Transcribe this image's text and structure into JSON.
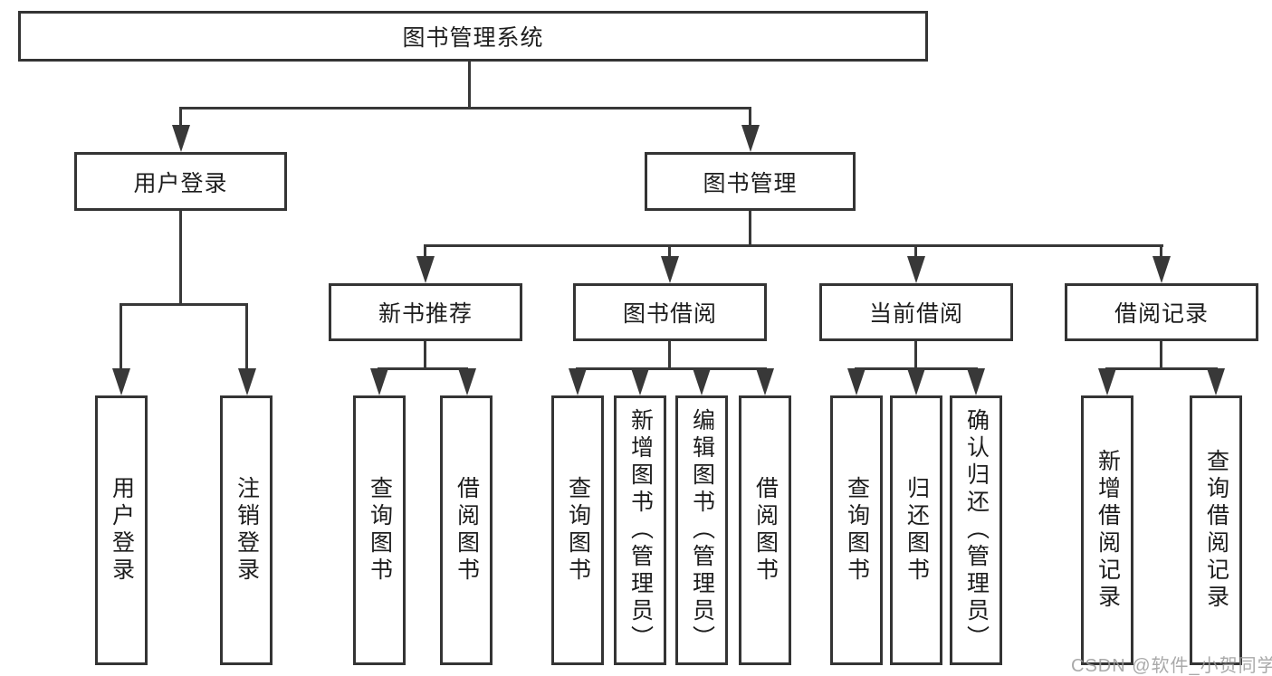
{
  "diagram": {
    "title_node": "图书管理系统",
    "root": {
      "label": "图书管理系统"
    },
    "level2": [
      {
        "id": "user-login",
        "label": "用户登录"
      },
      {
        "id": "book-management",
        "label": "图书管理"
      }
    ],
    "level3": [
      {
        "id": "new-book-recommend",
        "label": "新书推荐"
      },
      {
        "id": "book-borrow",
        "label": "图书借阅"
      },
      {
        "id": "current-borrow",
        "label": "当前借阅"
      },
      {
        "id": "borrow-records",
        "label": "借阅记录"
      }
    ],
    "leaves": {
      "user_login": [
        "用户登录",
        "注销登录"
      ],
      "new_book_recommend": [
        "查询图书",
        "借阅图书"
      ],
      "book_borrow": [
        "查询图书",
        "新增图书（管理员）",
        "编辑图书（管理员）",
        "借阅图书"
      ],
      "current_borrow": [
        "查询图书",
        "归还图书",
        "确认归还（管理员）"
      ],
      "borrow_records": [
        "新增借阅记录",
        "查询借阅记录"
      ]
    }
  },
  "watermark": {
    "text": "CSDN @软件_小贺同学"
  },
  "colors": {
    "line": "#383838",
    "border": "#343434",
    "text": "#1d1d1d",
    "background": "#ffffff",
    "watermark": "#9b9b9b"
  }
}
